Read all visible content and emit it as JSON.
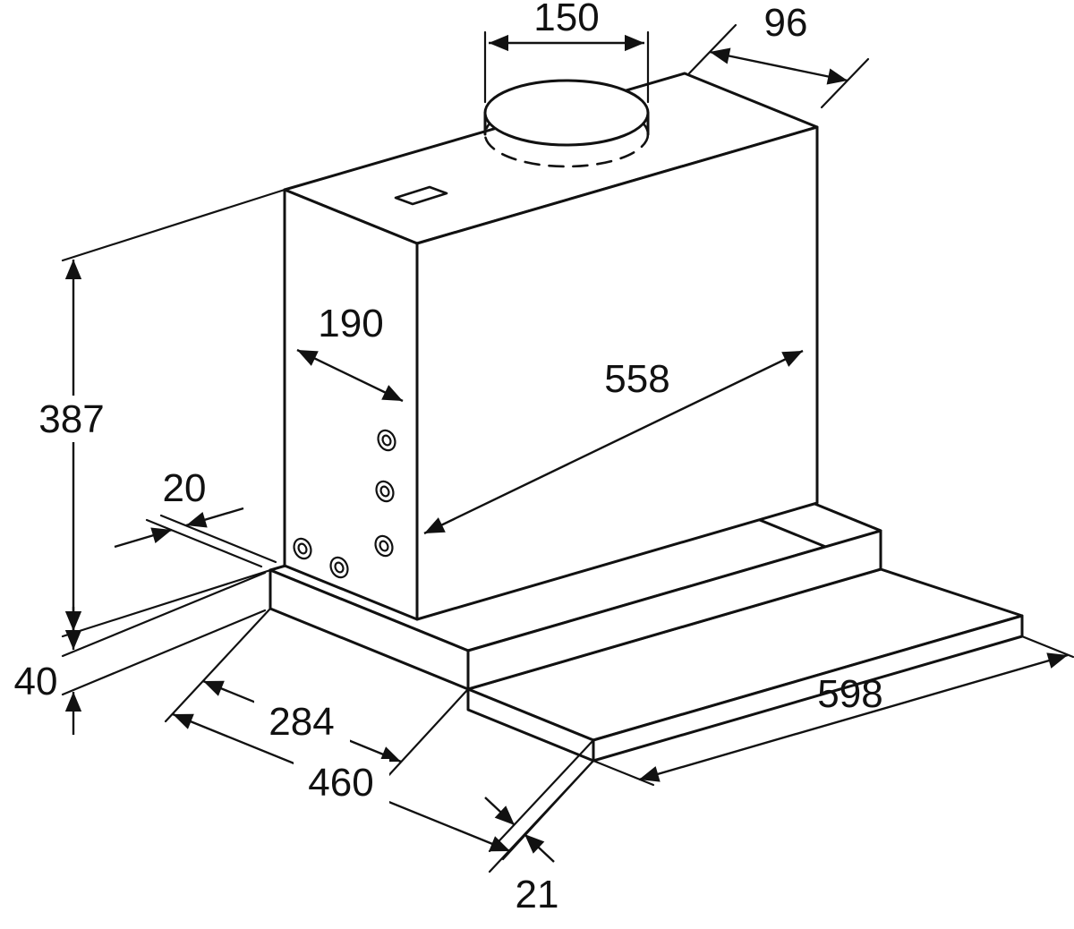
{
  "drawing": {
    "dims": {
      "duct_diameter": "150",
      "duct_rear_offset": "96",
      "body_height": "387",
      "side_depth": "190",
      "body_width": "558",
      "rear_ledge": "20",
      "base_height": "40",
      "base_depth": "284",
      "total_depth": "460",
      "visor_width": "598",
      "visor_thickness": "21"
    },
    "colors": {
      "line": "#111111",
      "background": "#ffffff"
    }
  }
}
